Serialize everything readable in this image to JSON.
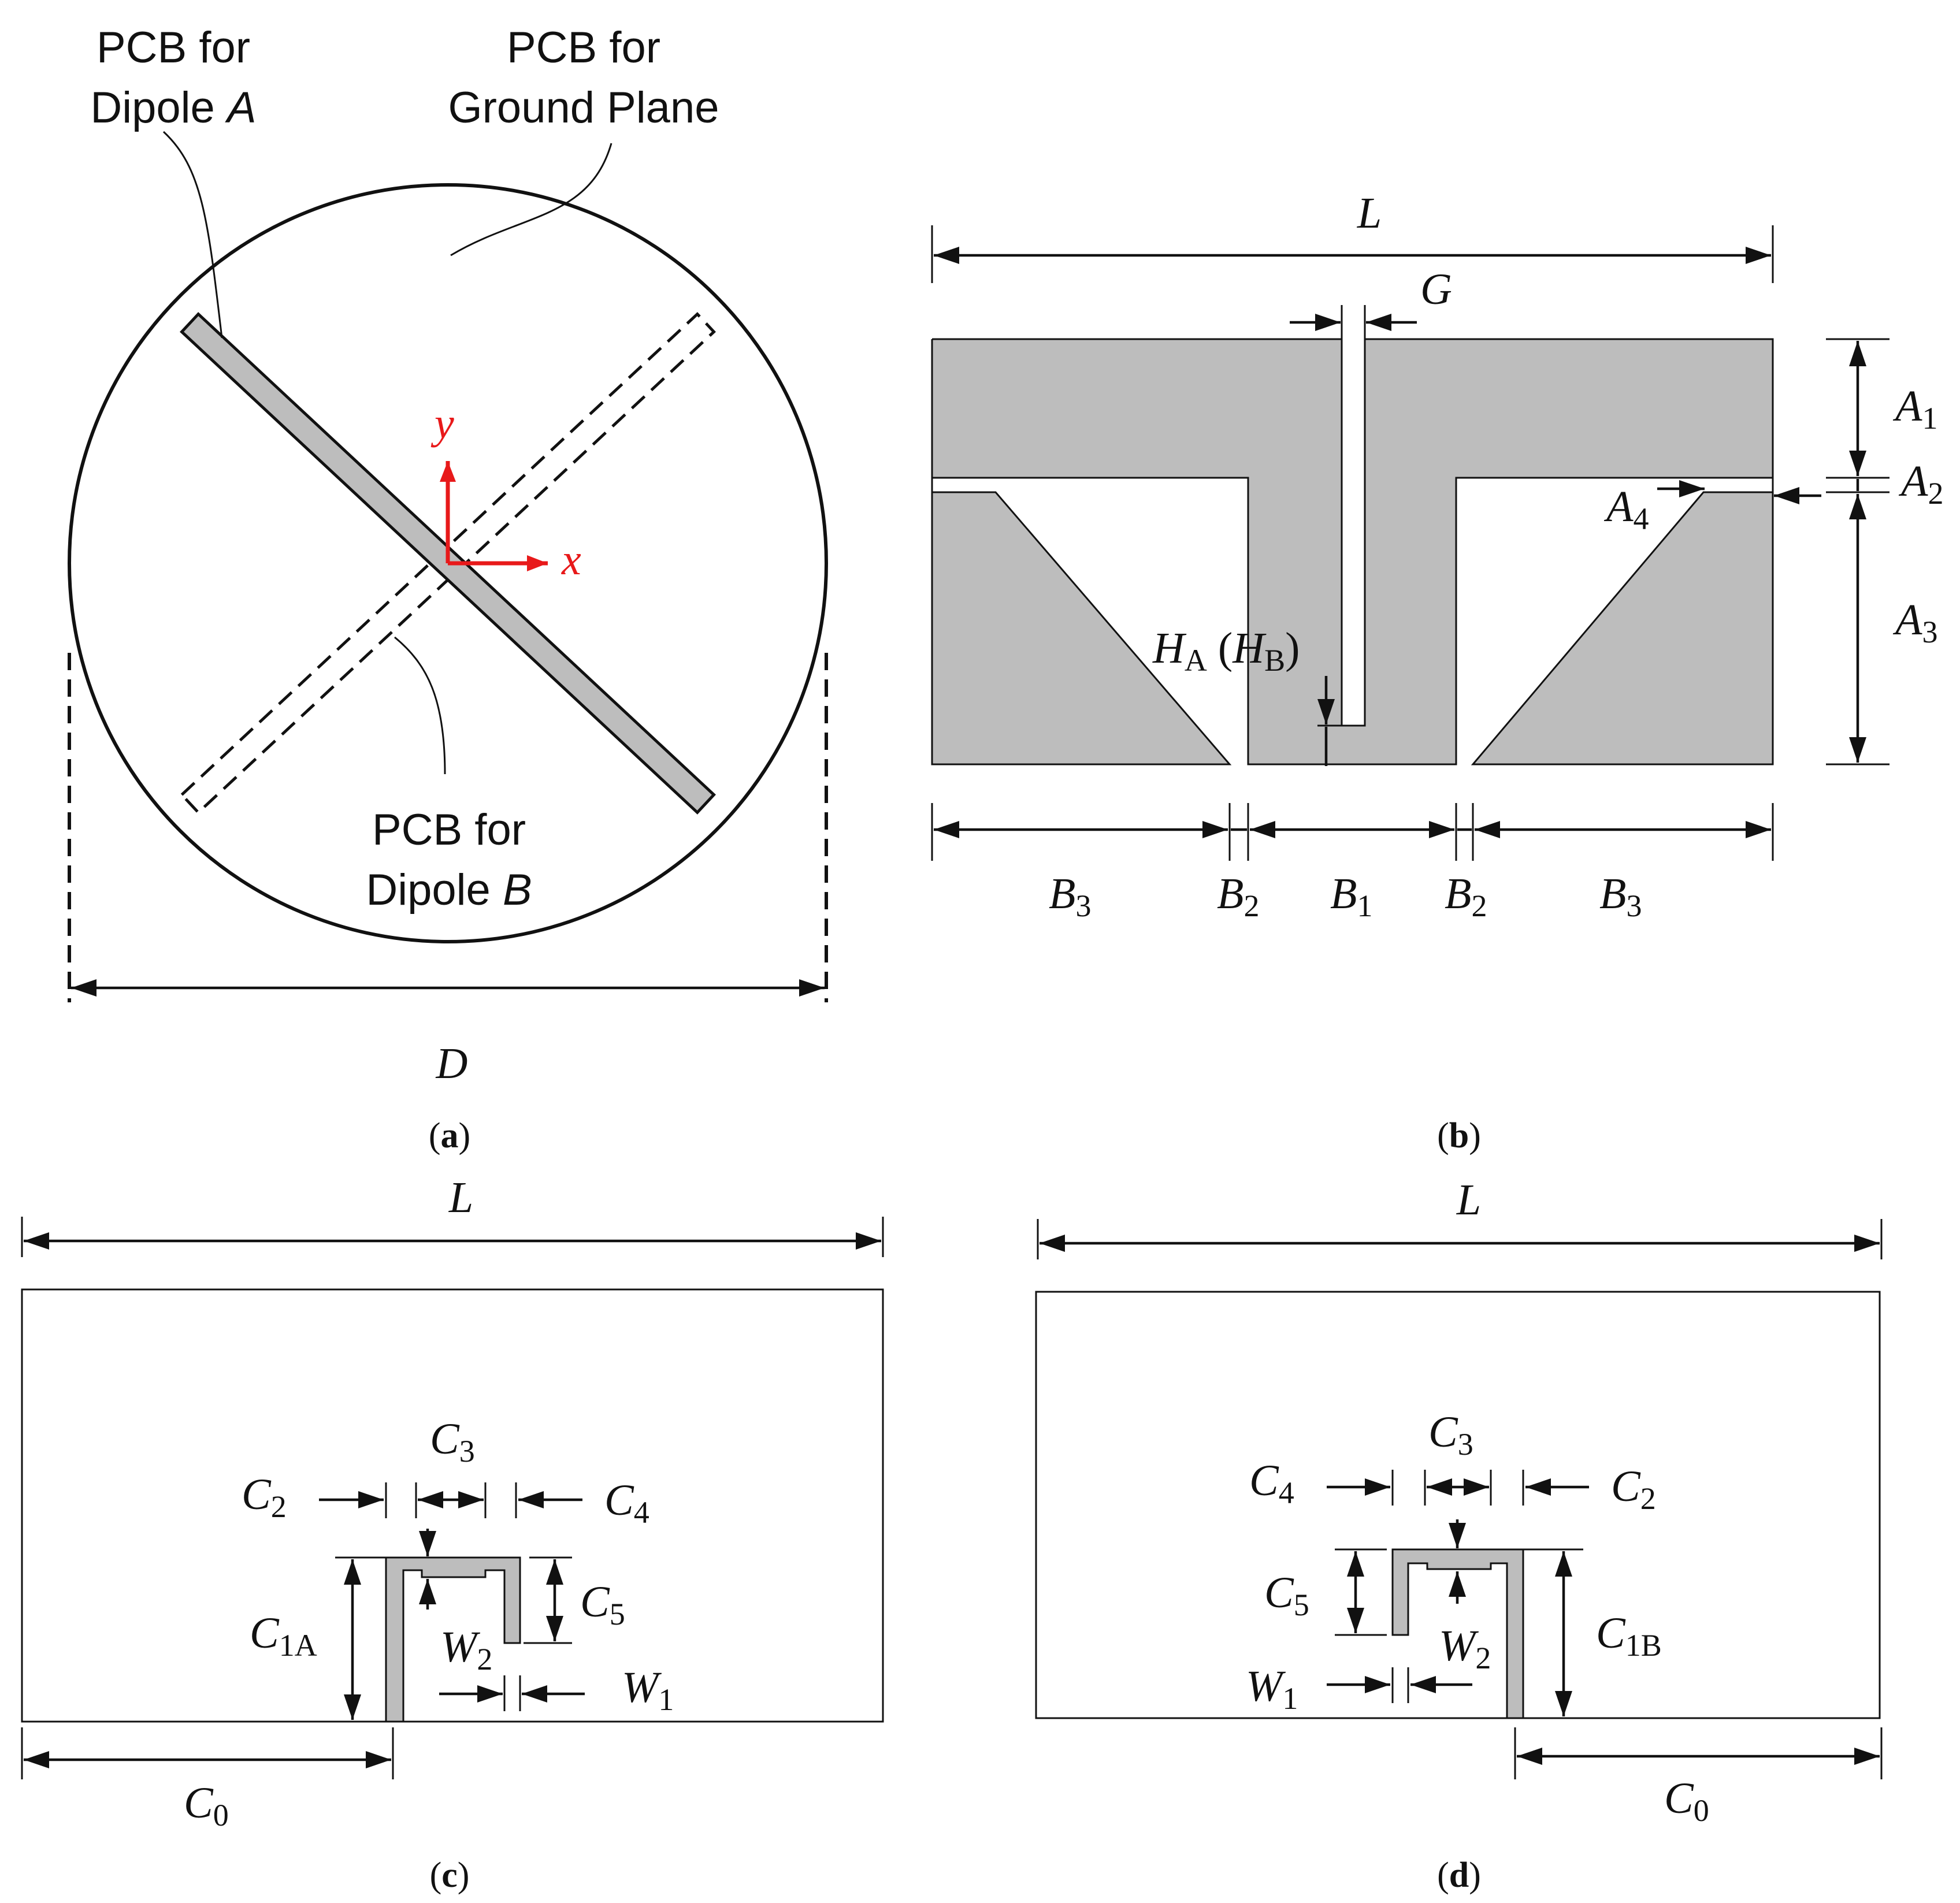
{
  "panel_a": {
    "label_dipole_a_line1": "PCB for",
    "label_dipole_a_line2": "Dipole ",
    "label_dipole_a_var": "A",
    "label_ground_line1": "PCB for",
    "label_ground_line2": "Ground Plane",
    "label_dipole_b_line1": "PCB for",
    "label_dipole_b_line2": "Dipole ",
    "label_dipole_b_var": "B",
    "axis_x": "x",
    "axis_y": "y",
    "dim_d": "D",
    "caption_open": "(",
    "caption_letter": "a",
    "caption_close": ")"
  },
  "panel_b": {
    "dim_l": "L",
    "dim_g": "G",
    "a1": "A",
    "a1_sub": "1",
    "a2": "A",
    "a2_sub": "2",
    "a3": "A",
    "a3_sub": "3",
    "a4": "A",
    "a4_sub": "4",
    "ha": "H",
    "ha_sub": "A",
    "hb_open": " (",
    "hb": "H",
    "hb_sub": "B",
    "hb_close": ")",
    "b3_left": "B",
    "b3_left_sub": "3",
    "b2_left": "B",
    "b2_left_sub": "2",
    "b1": "B",
    "b1_sub": "1",
    "b2_right": "B",
    "b2_right_sub": "2",
    "b3_right": "B",
    "b3_right_sub": "3",
    "caption_open": "(",
    "caption_letter": "b",
    "caption_close": ")"
  },
  "panel_c": {
    "dim_l": "L",
    "c0": "C",
    "c0_sub": "0",
    "c1a": "C",
    "c1a_sub": "1A",
    "c2": "C",
    "c2_sub": "2",
    "c3": "C",
    "c3_sub": "3",
    "c4": "C",
    "c4_sub": "4",
    "c5": "C",
    "c5_sub": "5",
    "w1": "W",
    "w1_sub": "1",
    "w2": "W",
    "w2_sub": "2",
    "caption_open": "(",
    "caption_letter": "c",
    "caption_close": ")"
  },
  "panel_d": {
    "dim_l": "L",
    "c0": "C",
    "c0_sub": "0",
    "c1b": "C",
    "c1b_sub": "1B",
    "c2": "C",
    "c2_sub": "2",
    "c3": "C",
    "c3_sub": "3",
    "c4": "C",
    "c4_sub": "4",
    "c5": "C",
    "c5_sub": "5",
    "w1": "W",
    "w1_sub": "1",
    "w2": "W",
    "w2_sub": "2",
    "caption_open": "(",
    "caption_letter": "d",
    "caption_close": ")"
  },
  "colors": {
    "copper": "#bdbdbd",
    "axis": "#e8191a",
    "line": "#111111"
  }
}
